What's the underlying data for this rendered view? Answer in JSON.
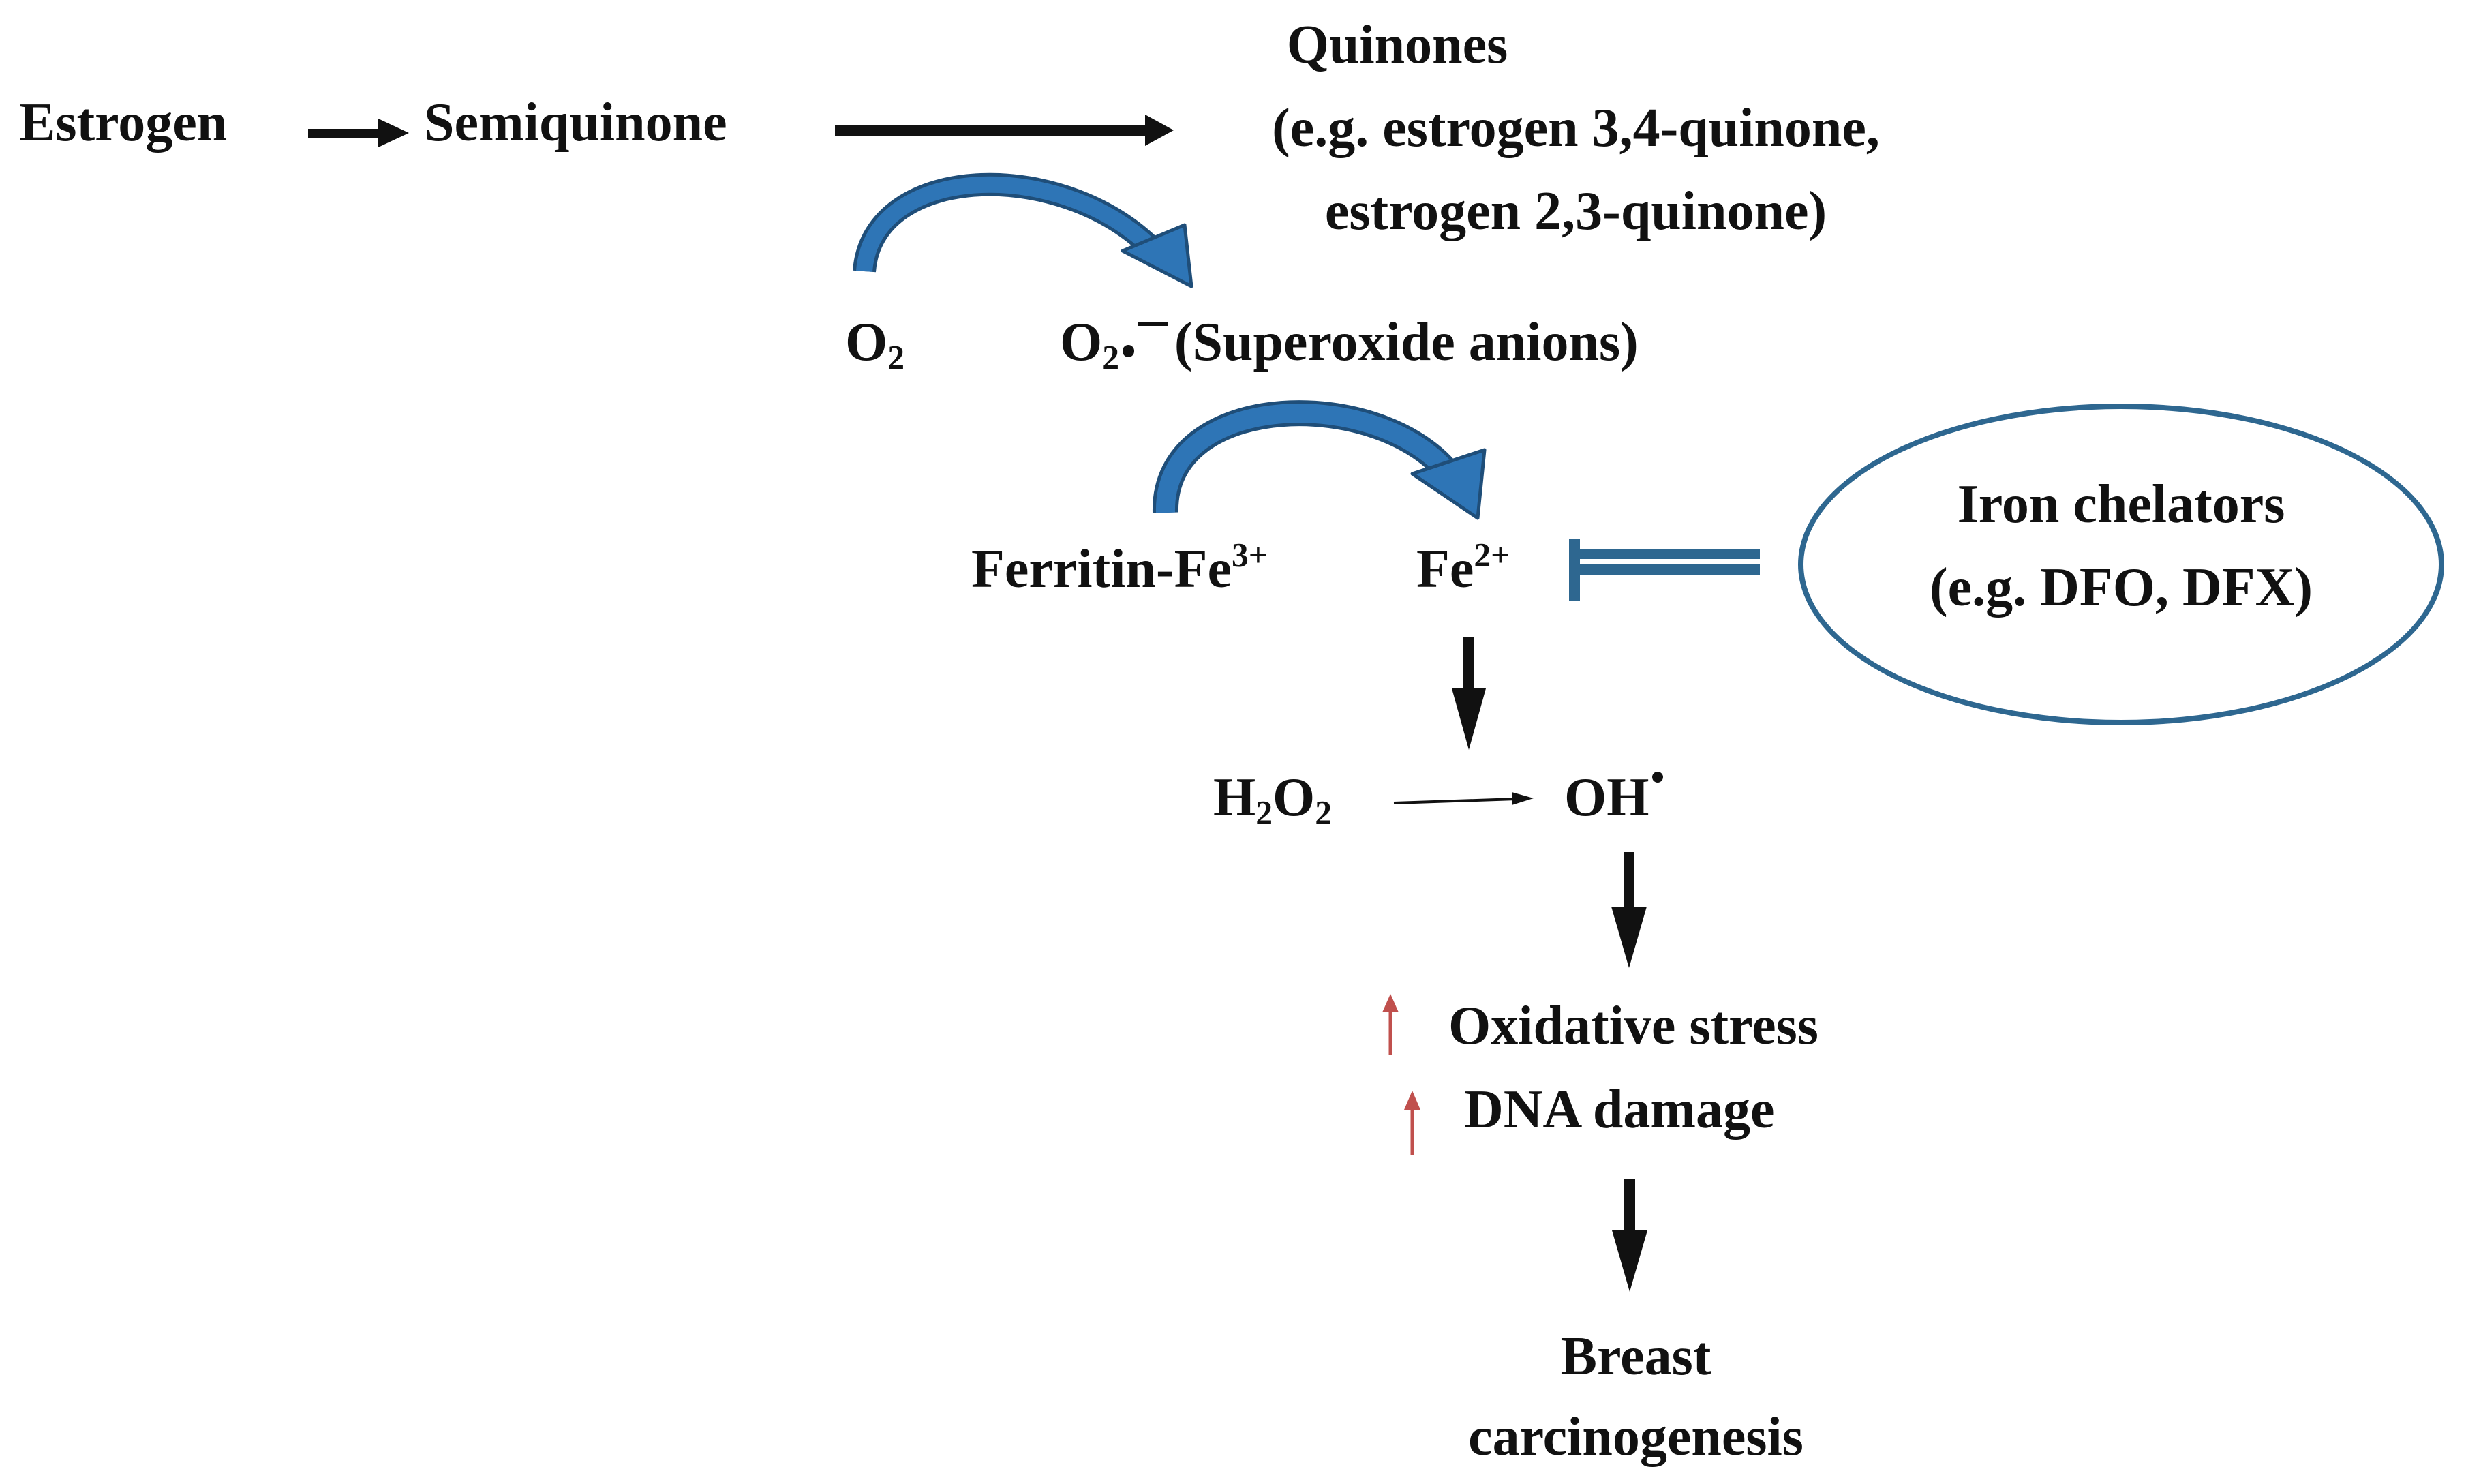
{
  "colors": {
    "text": "#111111",
    "curved_arrow": "#2e75b6",
    "curved_arrow_edge": "#1f4e79",
    "inhibitor": "#2e6790",
    "ellipse_border": "#2e6790",
    "increase_arrow": "#c0504d"
  },
  "labels": {
    "estrogen": "Estrogen",
    "semiquinone": "Semiquinone",
    "quinones_title": "Quinones",
    "quinones_example_1": "(e.g. estrogen 3,4-quinone,",
    "quinones_example_2": "estrogen 2,3-quinone)",
    "o2_base": "O",
    "o2_sub": "2",
    "superoxide_base": "O",
    "superoxide_sub": "2",
    "superoxide_name": "(Superoxide anions)",
    "ferritin_base": "Ferritin-Fe",
    "ferritin_charge": "3+",
    "fe_base": "Fe",
    "fe_charge": "2+",
    "chelators_title": "Iron chelators",
    "chelators_examples": "(e.g. DFO, DFX)",
    "h2o2_h": "H",
    "h2o2_sub1": "2",
    "h2o2_o": "O",
    "h2o2_sub2": "2",
    "hydroxyl": "OH",
    "oxidative_stress": "Oxidative stress",
    "dna_damage": "DNA damage",
    "breast": "Breast",
    "carcinogenesis": "carcinogenesis"
  },
  "icons": {
    "conversion_arrow": "black-right-arrow",
    "down_arrow": "black-down-arrow",
    "curved_arrow": "blue-curved-arrow",
    "inhibition": "blue-t-bar-inhibitor",
    "increase": "red-up-arrow"
  }
}
